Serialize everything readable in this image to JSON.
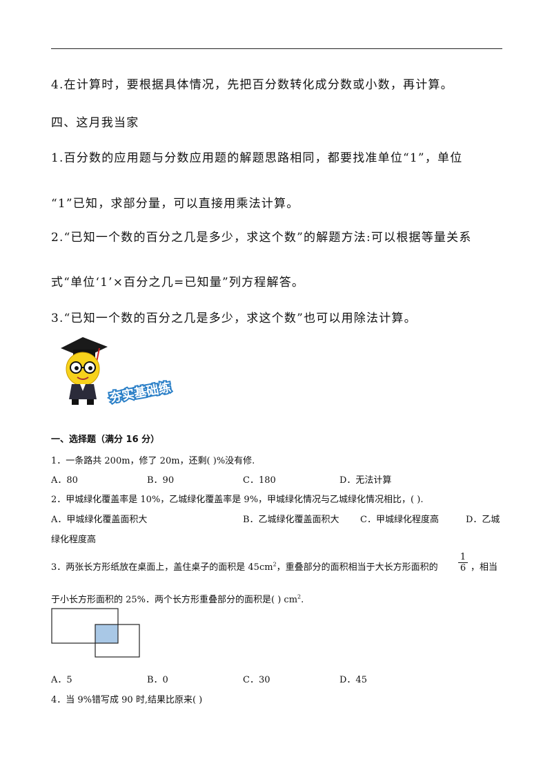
{
  "tips": {
    "t4": "4.在计算时，要根据具体情况，先把百分数转化成分数或小数，再计算。",
    "section4": "四、这月我当家",
    "s1_line1": "1.百分数的应用题与分数应用题的解题思路相同，都要找准单位“1”，单位",
    "s1_line2": "“1”已知，求部分量，可以直接用乘法计算。",
    "s2_line1": "2.“已知一个数的百分之几是多少，求这个数”的解题方法:可以根据等量关系",
    "s2_line2": "式“单位‘1’×百分之几=已知量”列方程解答。",
    "s3": "3.“已知一个数的百分之几是多少，求这个数”也可以用除法计算。"
  },
  "banner": {
    "text": "夯实基础练"
  },
  "section1": {
    "title": "一、选择题（满分 16 分）"
  },
  "questions": {
    "q1": {
      "text": "1．一条路共 200m，修了 20m，还剩(    )%没有修.",
      "options": [
        "A．80",
        "B．90",
        "C．180",
        "D．无法计算"
      ]
    },
    "q2": {
      "text": "2．甲城绿化覆盖率是 10%，乙城绿化覆盖率是 9%，甲城绿化情况与乙城绿化情况相比，(     ).",
      "line2": "A．甲城绿化覆盖面积大",
      "optB": "B．乙城绿化覆盖面积大",
      "optC": "C．甲城绿化程度高",
      "optD_part": "D．乙城",
      "line3": "绿化程度高"
    },
    "q3": {
      "text_a": "3．两张长方形纸放在桌面上，盖住桌子的面积是 45cm",
      "sup": "2",
      "text_b": "，重叠部分的面积相当于大长方形面积的",
      "frac_num": "1",
      "frac_den": "6",
      "text_c": "，相当",
      "line2_a": "于小长方形面积的 25%．两个长方形重叠部分的面积是(     ) cm",
      "line2_sup": "2",
      "line2_b": ".",
      "options": [
        "A．5",
        "B．0",
        "C．30",
        "D．45"
      ]
    },
    "q4": {
      "text": "4．当 9%错写成 90 时,结果比原来(      )"
    }
  },
  "colors": {
    "overlap": "#a9c8e6",
    "banner": "#2a7fc7"
  }
}
